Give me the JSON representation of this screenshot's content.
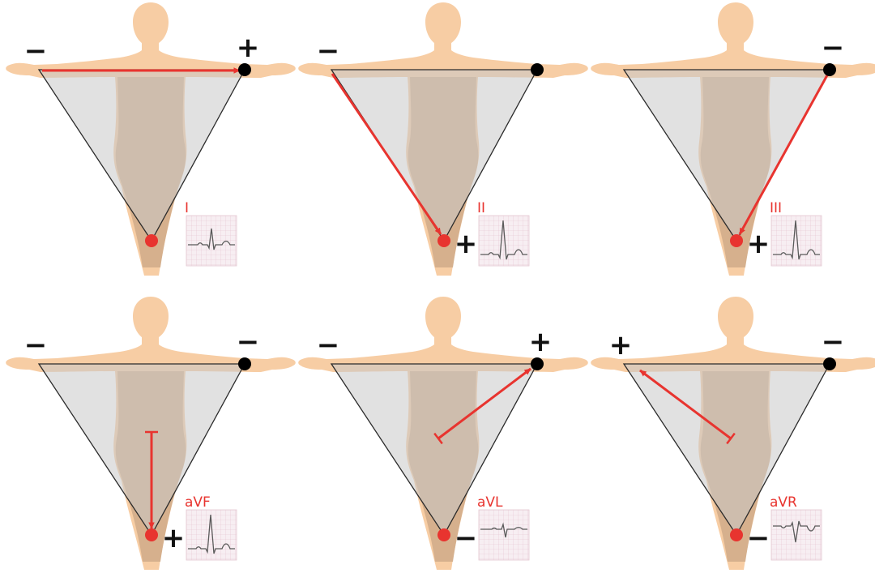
{
  "colors": {
    "skin": "#f7cda4",
    "torso_overlay": "#d2ad8b",
    "triangle_fill": "#c9c9c9",
    "triangle_stroke": "#2b2b2b",
    "arrow": "#e8342f",
    "electrode_black": "#000000",
    "electrode_red": "#e8342f",
    "ecg_grid_bg": "#f7eef2",
    "ecg_grid_line": "#e6c3cf",
    "ecg_trace": "#5a5a5a"
  },
  "panels": [
    {
      "lead": "I",
      "right_arm": "−",
      "left_arm": "+",
      "foot": "",
      "vector": "right-arm-to-left-arm",
      "ecg_shape": "upright"
    },
    {
      "lead": "II",
      "right_arm": "−",
      "left_arm": "",
      "foot": "+",
      "vector": "right-arm-to-foot",
      "ecg_shape": "tall-upright"
    },
    {
      "lead": "III",
      "right_arm": "",
      "left_arm": "−",
      "foot": "+",
      "vector": "left-arm-to-foot",
      "ecg_shape": "tall-upright"
    },
    {
      "lead": "aVF",
      "right_arm": "−",
      "left_arm": "−",
      "foot": "+",
      "vector": "center-to-foot",
      "ecg_shape": "tall-upright"
    },
    {
      "lead": "aVL",
      "right_arm": "−",
      "left_arm": "+",
      "foot": "−",
      "vector": "center-to-left-arm",
      "ecg_shape": "biphasic-small"
    },
    {
      "lead": "aVR",
      "right_arm": "+",
      "left_arm": "−",
      "foot": "−",
      "vector": "center-to-right-arm",
      "ecg_shape": "inverted"
    }
  ]
}
